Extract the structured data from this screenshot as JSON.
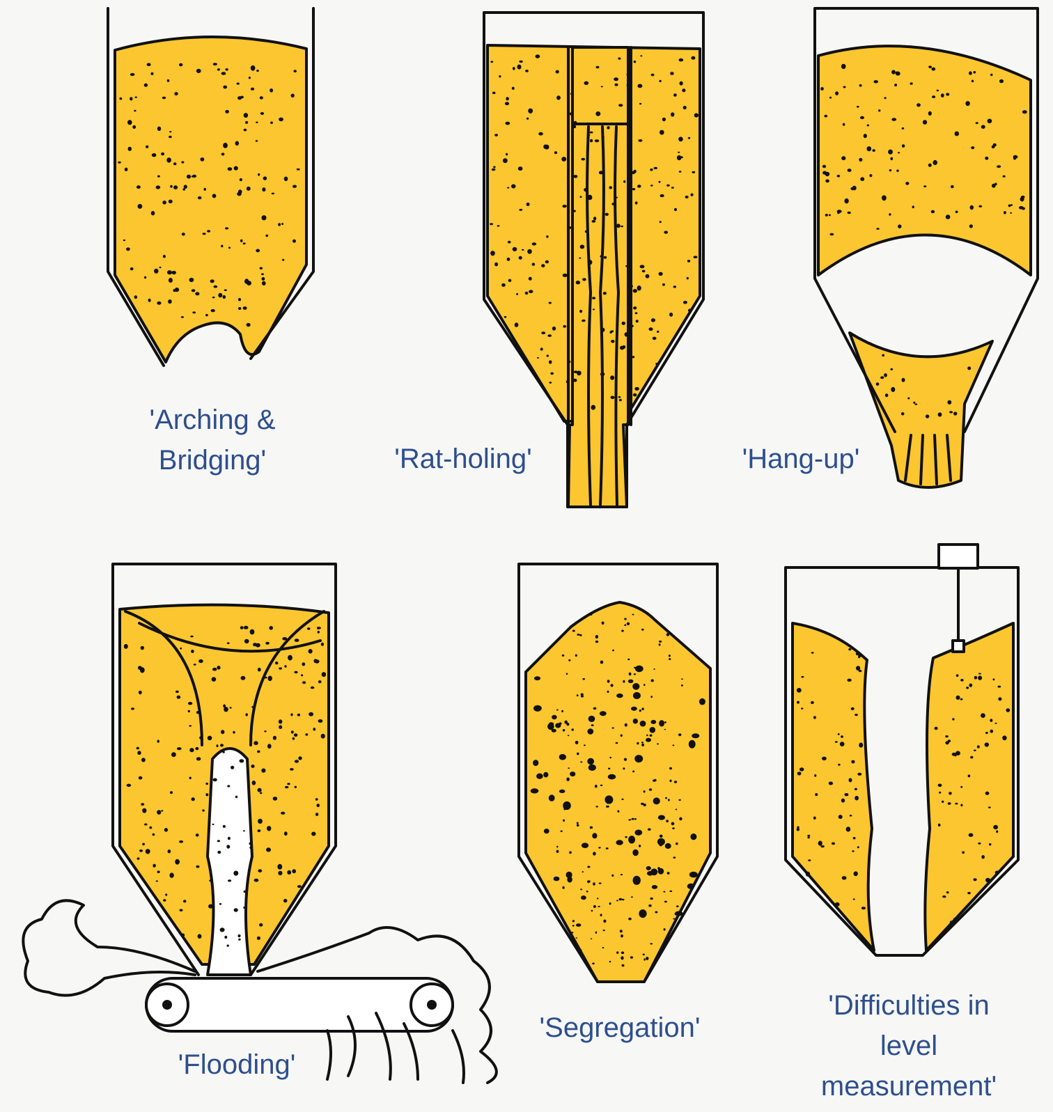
{
  "colors": {
    "background": "#f7f7f6",
    "material": "#fcc630",
    "outline": "#111111",
    "label": "#2d4f8e"
  },
  "diagrams": [
    {
      "id": "arching",
      "label_lines": [
        "'Arching &",
        "Bridging'"
      ]
    },
    {
      "id": "ratholing",
      "label_lines": [
        "'Rat-holing'"
      ]
    },
    {
      "id": "hangup",
      "label_lines": [
        "'Hang-up'"
      ]
    },
    {
      "id": "flooding",
      "label_lines": [
        "'Flooding'"
      ]
    },
    {
      "id": "segregation",
      "label_lines": [
        "'Segregation'"
      ]
    },
    {
      "id": "level",
      "label_lines": [
        "'Difficulties in",
        "level",
        "measurement'"
      ]
    }
  ]
}
